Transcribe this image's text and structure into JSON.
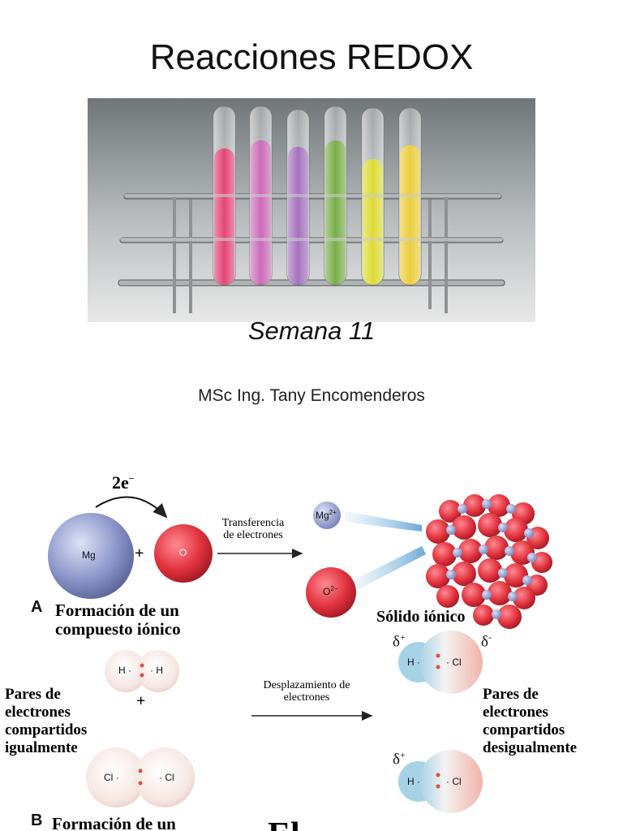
{
  "slide": {
    "title": "Reacciones REDOX",
    "subtitle": "Semana 11",
    "author": "MSc Ing. Tany Encomenderos"
  },
  "ionic": {
    "electrons": "2e",
    "electrons_sup": "−",
    "mg_label": "Mg",
    "plus": "+",
    "o_label": "O",
    "transfer_line1": "Transferencia",
    "transfer_line2": "de electrones",
    "mg_ion": "Mg",
    "mg_ion_sup": "2+",
    "o_ion": "O",
    "o_ion_sup": "2−",
    "solid_label": "Sólido iónico",
    "section_letter": "A",
    "section_line1": "Formación de un",
    "section_line2": "compuesto iónico"
  },
  "covalent": {
    "h_left": "H",
    "h_right": "H",
    "plus": "+",
    "cl_left": "Cl",
    "cl_right": "Cl",
    "equal_line1": "Pares de",
    "equal_line2": "electrones",
    "equal_line3": "compartidos",
    "equal_line4": "igualmente",
    "shift_line1": "Desplazamiento de",
    "shift_line2": "electrones",
    "delta": "δ",
    "delta_plus": "+",
    "delta_minus": "-",
    "hcl_h": "H",
    "hcl_cl": "Cl",
    "unequal_line1": "Pares de",
    "unequal_line2": "electrones",
    "unequal_line3": "compartidos",
    "unequal_line4": "desigualmente",
    "section_letter": "B",
    "section_line1": "Formación de un",
    "cutoff_text": "El"
  }
}
